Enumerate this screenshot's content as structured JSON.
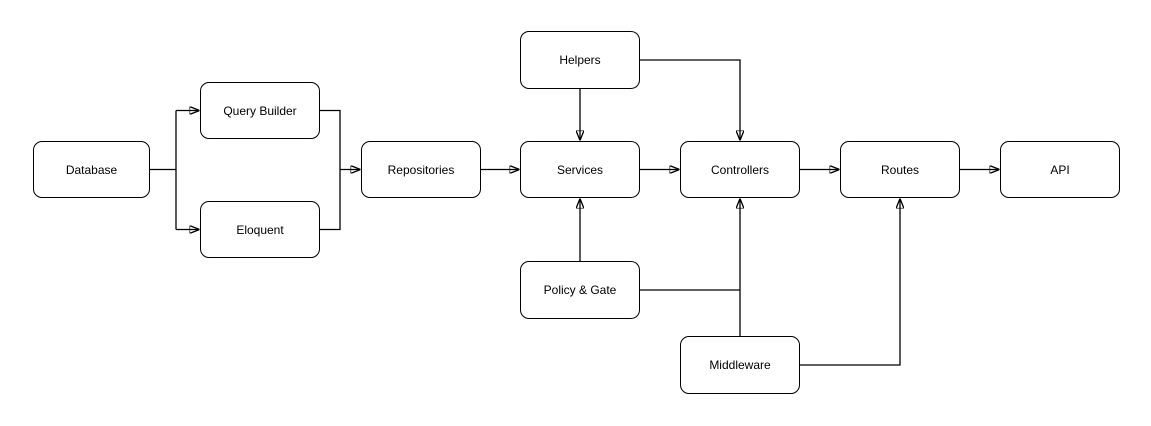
{
  "diagram": {
    "type": "flowchart",
    "background_color": "#ffffff",
    "node_fill_color": "#ffffff",
    "node_stroke_color": "#000000",
    "edge_color": "#000000",
    "text_color": "#000000",
    "nodes": [
      {
        "id": "database",
        "label": "Database"
      },
      {
        "id": "query-builder",
        "label": "Query Builder"
      },
      {
        "id": "eloquent",
        "label": "Eloquent"
      },
      {
        "id": "repositories",
        "label": "Repositories"
      },
      {
        "id": "helpers",
        "label": "Helpers"
      },
      {
        "id": "services",
        "label": "Services"
      },
      {
        "id": "policy-gate",
        "label": "Policy & Gate"
      },
      {
        "id": "controllers",
        "label": "Controllers"
      },
      {
        "id": "middleware",
        "label": "Middleware"
      },
      {
        "id": "routes",
        "label": "Routes"
      },
      {
        "id": "api",
        "label": "API"
      }
    ],
    "edges": [
      {
        "from": "database",
        "to": "query-builder"
      },
      {
        "from": "database",
        "to": "eloquent"
      },
      {
        "from": "query-builder",
        "to": "repositories"
      },
      {
        "from": "eloquent",
        "to": "repositories"
      },
      {
        "from": "repositories",
        "to": "services"
      },
      {
        "from": "helpers",
        "to": "services"
      },
      {
        "from": "helpers",
        "to": "controllers"
      },
      {
        "from": "policy-gate",
        "to": "services"
      },
      {
        "from": "policy-gate",
        "to": "controllers"
      },
      {
        "from": "services",
        "to": "controllers"
      },
      {
        "from": "middleware",
        "to": "controllers"
      },
      {
        "from": "middleware",
        "to": "routes"
      },
      {
        "from": "controllers",
        "to": "routes"
      },
      {
        "from": "routes",
        "to": "api"
      }
    ]
  }
}
